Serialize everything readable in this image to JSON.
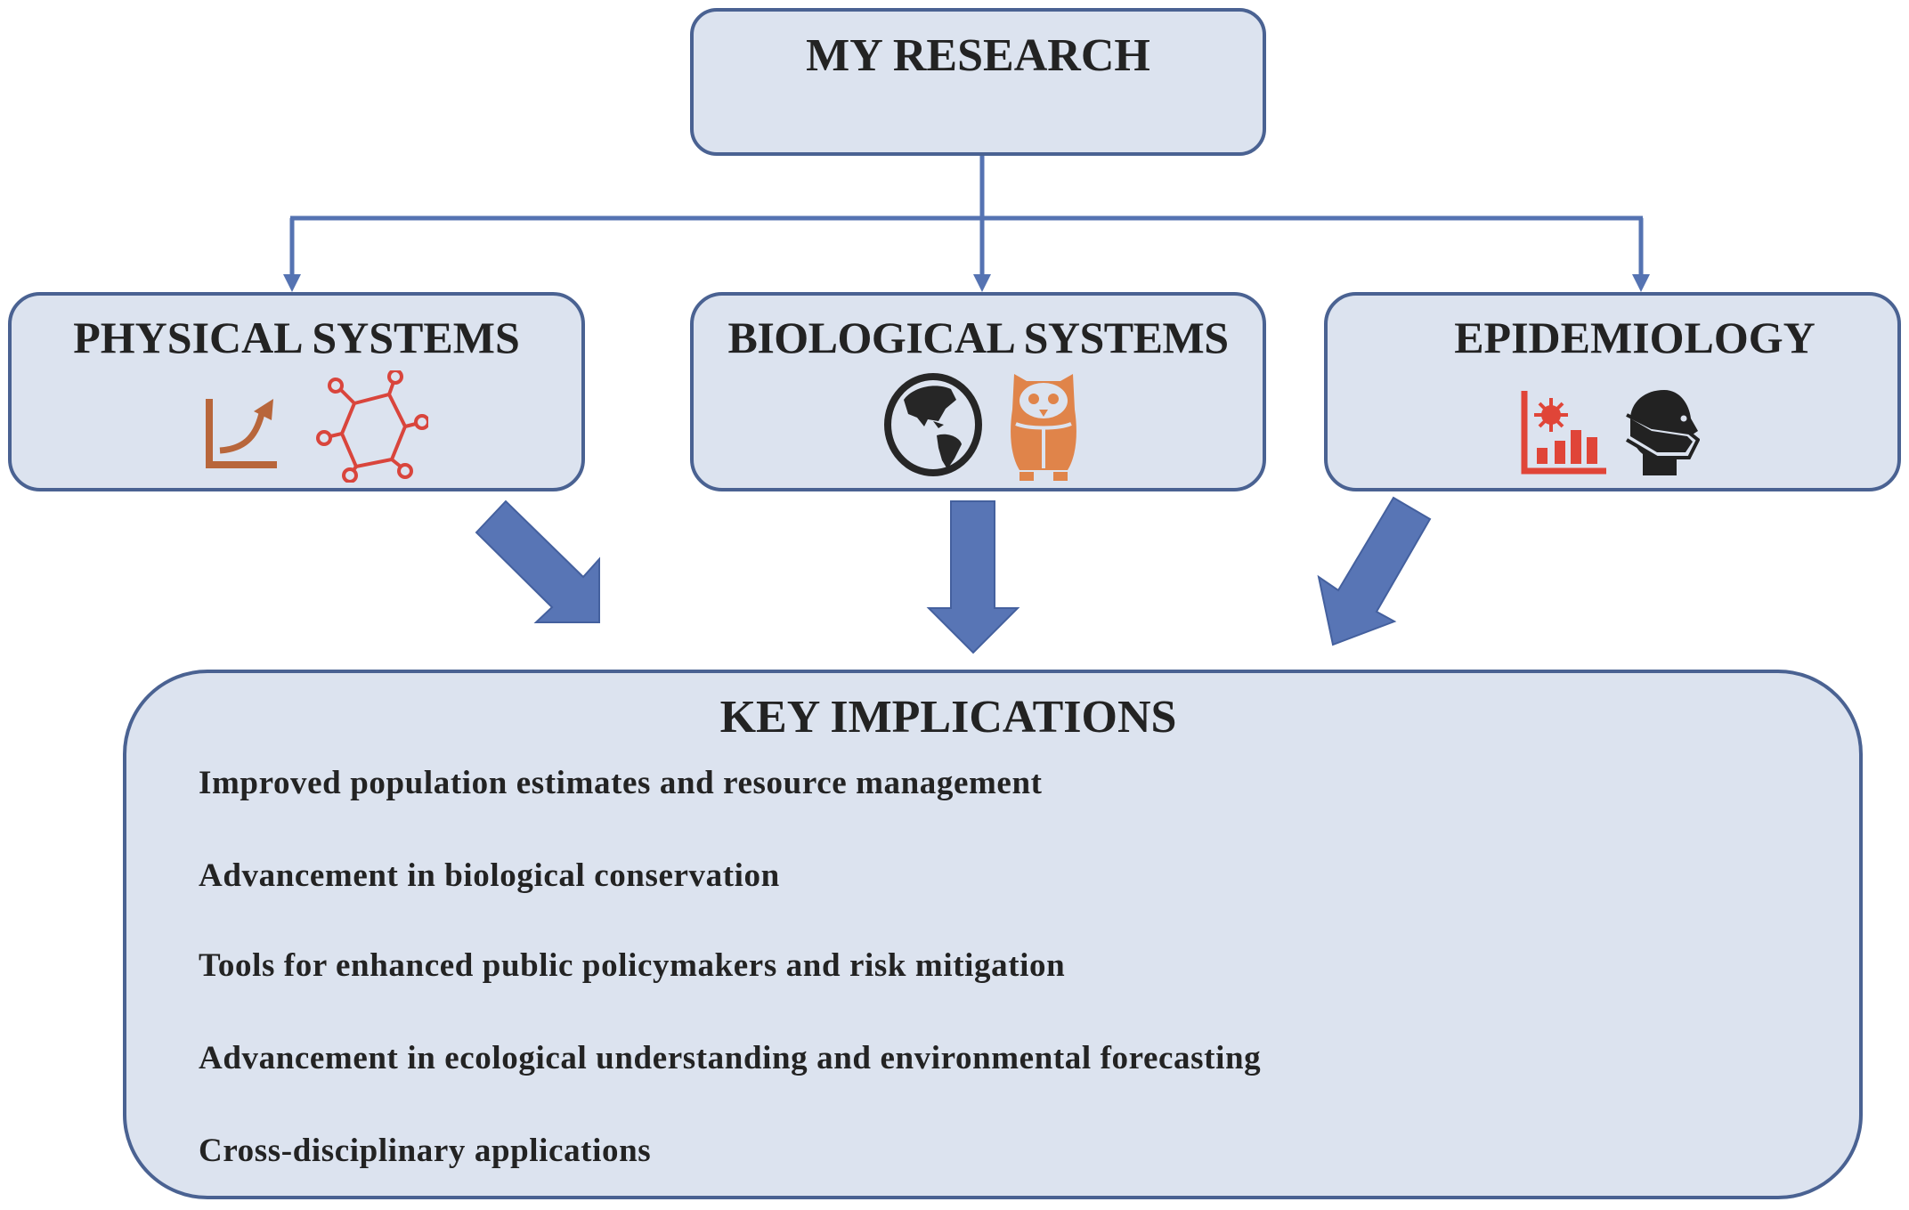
{
  "diagram": {
    "root": {
      "label": "MY RESEARCH"
    },
    "branches": [
      {
        "id": "physical",
        "label": "PHYSICAL SYSTEMS",
        "icons": [
          "growth-curve-icon",
          "molecule-icon"
        ]
      },
      {
        "id": "biological",
        "label": "BIOLOGICAL SYSTEMS",
        "icons": [
          "globe-icon",
          "owl-icon"
        ]
      },
      {
        "id": "epidemiology",
        "label": "EPIDEMIOLOGY",
        "icons": [
          "virus-chart-icon",
          "masked-head-icon"
        ]
      }
    ],
    "implications": {
      "title": "KEY IMPLICATIONS",
      "items": [
        "Improved population estimates and resource management",
        "Advancement in biological conservation",
        "Tools for enhanced public policymakers and risk mitigation",
        "Advancement in ecological understanding and environmental forecasting",
        "Cross-disciplinary applications"
      ]
    },
    "colors": {
      "box_fill": "#dce3ef",
      "box_border": "#4a6292",
      "connector": "#5573b2",
      "arrow_fill": "#5875b5",
      "text": "#232323",
      "growth_icon": "#b8663b",
      "molecule_icon": "#d9453c",
      "globe_icon": "#262626",
      "owl_icon": "#e0844a",
      "virus_icon": "#e04538",
      "head_icon": "#222222"
    }
  }
}
